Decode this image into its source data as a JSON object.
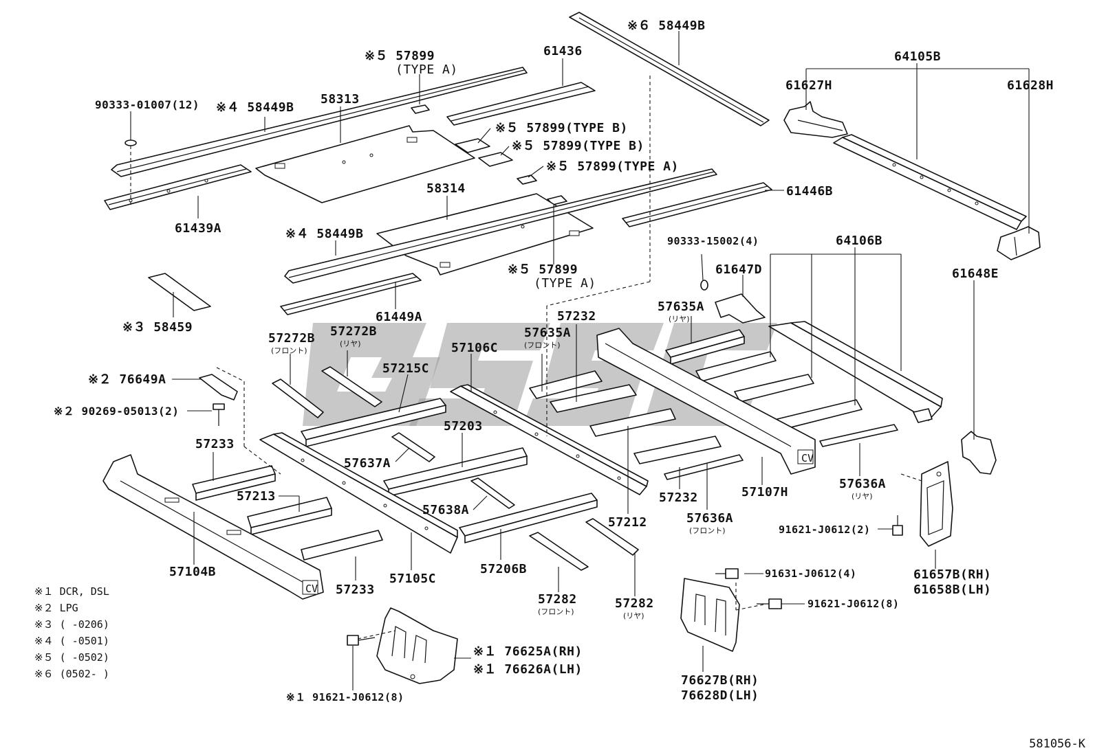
{
  "labels": {
    "l58449b_top": "※６ 58449B",
    "l64105b": "64105B",
    "l61627h": "61627H",
    "l61628h": "61628H",
    "l57899_a1": "※５ 57899",
    "l57899_a1_sub": "(TYPE A)",
    "l61436": "61436",
    "l90333_01007": "90333-01007(12)",
    "l58449b_4a": "※４ 58449B",
    "l58313": "58313",
    "l57899_b1": "※５ 57899(TYPE B)",
    "l57899_b2": "※５ 57899(TYPE B)",
    "l57899_a2": "※５ 57899(TYPE A)",
    "l58314": "58314",
    "l61446b": "61446B",
    "l61439a": "61439A",
    "l58449b_4b": "※４ 58449B",
    "l90333_15002": "90333-15002(4)",
    "l64106b": "64106B",
    "l61647d": "61647D",
    "l61648e": "61648E",
    "l57899_a3": "※５ 57899",
    "l57899_a3_sub": "(TYPE A)",
    "l61449a": "61449A",
    "l58459": "※３ 58459",
    "l57635a_r": "57635A",
    "l57635a_r_sub": "(リヤ)",
    "l57232_top": "57232",
    "l57272b_f": "57272B",
    "l57272b_f_sub": "(フロント)",
    "l57272b_r": "57272B",
    "l57272b_r_sub": "(リヤ)",
    "l57106c": "57106C",
    "l57635a_f": "57635A",
    "l57635a_f_sub": "(フロント)",
    "l57215c": "57215C",
    "l76649a": "※２ 76649A",
    "l90269": "※２ 90269-05013(2)",
    "l57233_top": "57233",
    "l57203": "57203",
    "l57637a": "57637A",
    "l57213": "57213",
    "l57638a": "57638A",
    "l57232_low": "57232",
    "l57107h": "57107H",
    "l57636a_r": "57636A",
    "l57636a_r_sub": "(リヤ)",
    "l57212": "57212",
    "l57636a_f": "57636A",
    "l57636a_f_sub": "(フロント)",
    "l91621_j0612_2": "91621-J0612(2)",
    "l57104b": "57104B",
    "l57233_low": "57233",
    "l57105c": "57105C",
    "l57206b": "57206B",
    "l57282_f": "57282",
    "l57282_f_sub": "(フロント)",
    "l57282_r": "57282",
    "l57282_r_sub": "(リヤ)",
    "l91631_j0612_4": "91631-J0612(4)",
    "l61657b": "61657B(RH)",
    "l61658b": "61658B(LH)",
    "l91621_j0612_8r": "91621-J0612(8)",
    "l76625a": "※１ 76625A(RH)",
    "l76626a": "※１ 76626A(LH)",
    "l91621_j0612_8l": "※１ 91621-J0612(8)",
    "l76627b": "76627B(RH)",
    "l76628d": "76628D(LH)"
  },
  "notes": [
    "※１ DCR, DSL",
    "※２ LPG",
    "※３ (     -0206)",
    "※４ (     -0501)",
    "※５ (     -0502)",
    "※６ (0502-   )"
  ],
  "footer": "581056-K"
}
